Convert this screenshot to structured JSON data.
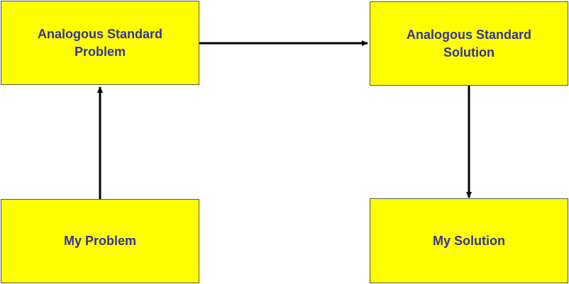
{
  "diagram": {
    "type": "flowchart",
    "colors": {
      "box_fill": "#ffff00",
      "box_border": "#555555",
      "text": "#333399",
      "arrow": "#000000"
    },
    "nodes": {
      "analogous_problem": "Analogous Standard\nProblem",
      "analogous_solution": "Analogous Standard\nSolution",
      "my_problem": "My Problem",
      "my_solution": "My Solution"
    },
    "edges": [
      {
        "from": "my_problem",
        "to": "analogous_problem"
      },
      {
        "from": "analogous_problem",
        "to": "analogous_solution"
      },
      {
        "from": "analogous_solution",
        "to": "my_solution"
      }
    ]
  }
}
